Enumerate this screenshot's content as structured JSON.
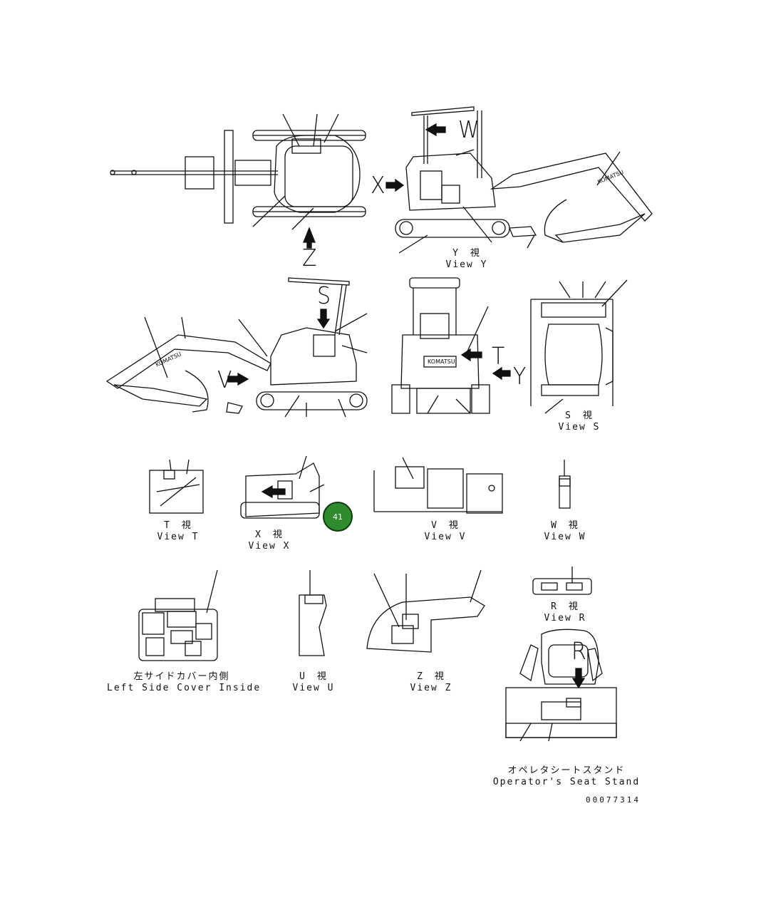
{
  "letters": {
    "W": "W",
    "X": "X",
    "Z": "Z",
    "S": "S",
    "V": "V",
    "T": "T",
    "Y": "Y",
    "R": "R"
  },
  "views": {
    "y": {
      "jp": "Y　視",
      "en": "View Y"
    },
    "s": {
      "jp": "S　視",
      "en": "View S"
    },
    "t": {
      "jp": "T　視",
      "en": "View T"
    },
    "x": {
      "jp": "X　視",
      "en": "View X"
    },
    "v": {
      "jp": "V　視",
      "en": "View V"
    },
    "w": {
      "jp": "W　視",
      "en": "View W"
    },
    "r": {
      "jp": "R　視",
      "en": "View R"
    },
    "u": {
      "jp": "U　視",
      "en": "View U"
    },
    "z": {
      "jp": "Z　視",
      "en": "View Z"
    },
    "left_cover": {
      "jp": "左サイドカバー内側",
      "en": "Left Side Cover Inside"
    },
    "seat_stand": {
      "jp": "オペレタシートスタンド",
      "en": "Operator's Seat Stand"
    }
  },
  "badge": {
    "label": "41",
    "color": "#2e8b2e"
  },
  "drawing_code": "00077314",
  "brand_text": "KOMATSU"
}
